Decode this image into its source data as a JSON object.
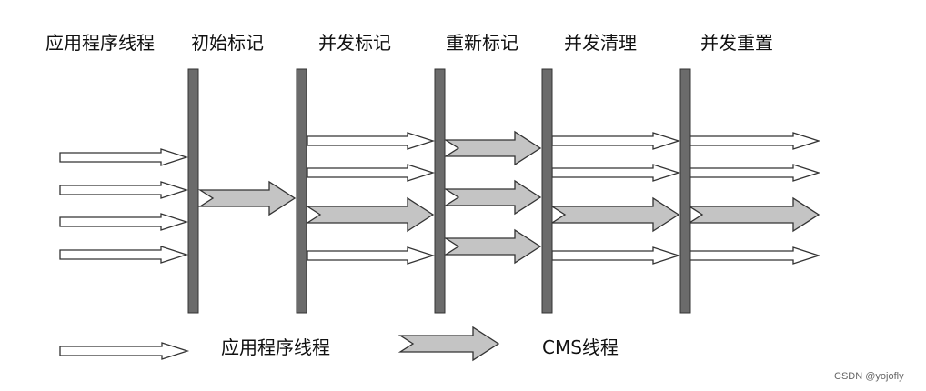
{
  "phases": [
    {
      "label": "应用程序线程"
    },
    {
      "label": "初始标记"
    },
    {
      "label": "并发标记"
    },
    {
      "label": "重新标记"
    },
    {
      "label": "并发清理"
    },
    {
      "label": "并发重置"
    }
  ],
  "legend": {
    "app_thread_label": "应用程序线程",
    "cms_thread_label": "CMS线程"
  },
  "watermark": "CSDN @yojofly",
  "colors": {
    "barrier": "#6b6b6b",
    "cms_arrow_fill": "#c4c4c4",
    "app_arrow_fill": "#ffffff",
    "stroke": "#333333"
  }
}
